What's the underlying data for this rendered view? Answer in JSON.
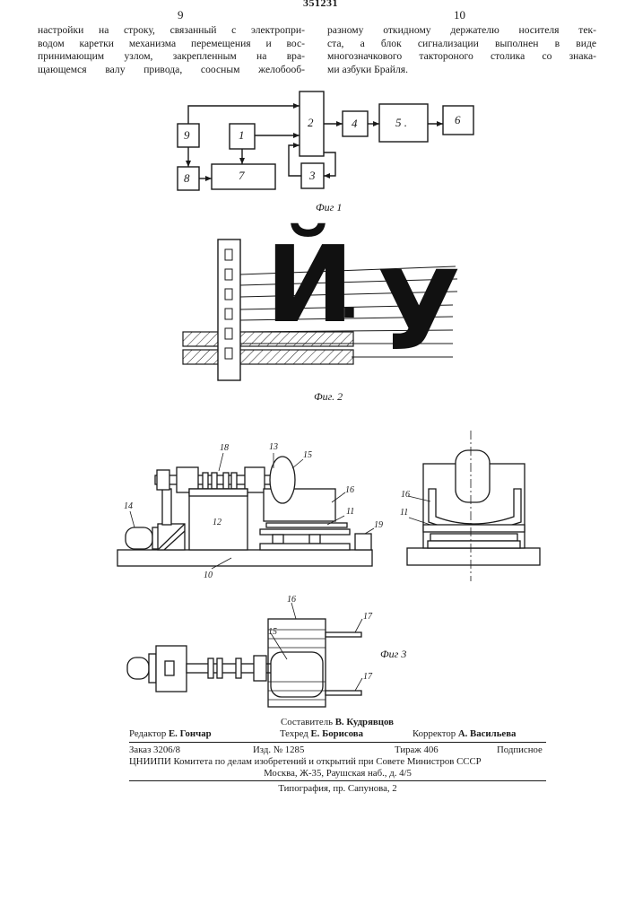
{
  "header": {
    "patent_number": "351231",
    "left_column_number": "9",
    "right_column_number": "10"
  },
  "text": {
    "left_lines": [
      "настройки на строку, связанный с электропри-",
      "водом каретки механизма перемещения и вос-",
      "принимающим узлом, закрепленным на вра-",
      "щающемся валу привода, соосным желобооб-"
    ],
    "right_lines": [
      "разному откидному держателю носителя тек-",
      "ста, а блок сигнализации выполнен в виде",
      "многозначкового тактороного столика со знака-",
      "ми азбуки Брайля."
    ]
  },
  "fig1": {
    "caption": "Фиг 1",
    "blocks": [
      "1",
      "2",
      "3",
      "4",
      "5",
      "6",
      "7",
      "8",
      "9"
    ],
    "block5_label": "5 ."
  },
  "fig2": {
    "caption": "Фиг. 2",
    "letter_1": "Й",
    "letter_2": "У",
    "separator": "."
  },
  "fig3": {
    "caption": "Фиг 3",
    "parts": [
      "10",
      "11",
      "12",
      "13",
      "14",
      "15",
      "16",
      "17",
      "18",
      "19"
    ]
  },
  "imprint": {
    "compiler_label": "Составитель",
    "compiler_name": "В. Кудрявцов",
    "editor_label": "Редактор",
    "editor_name": "Е. Гончар",
    "techred_label": "Техред",
    "techred_name": "Е. Борисова",
    "corrector_label": "Корректор",
    "corrector_name": "А. Васильева",
    "order": "Заказ 3206/8",
    "publication": "Изд. № 1285",
    "print_run": "Тираж 406",
    "subscription": "Подписное",
    "institute": "ЦНИИПИ Комитета по делам изобретений и открытий при Совете Министров СССР",
    "address": "Москва, Ж-35, Раушская наб., д. 4/5",
    "printer": "Типография, пр. Сапунова, 2"
  }
}
